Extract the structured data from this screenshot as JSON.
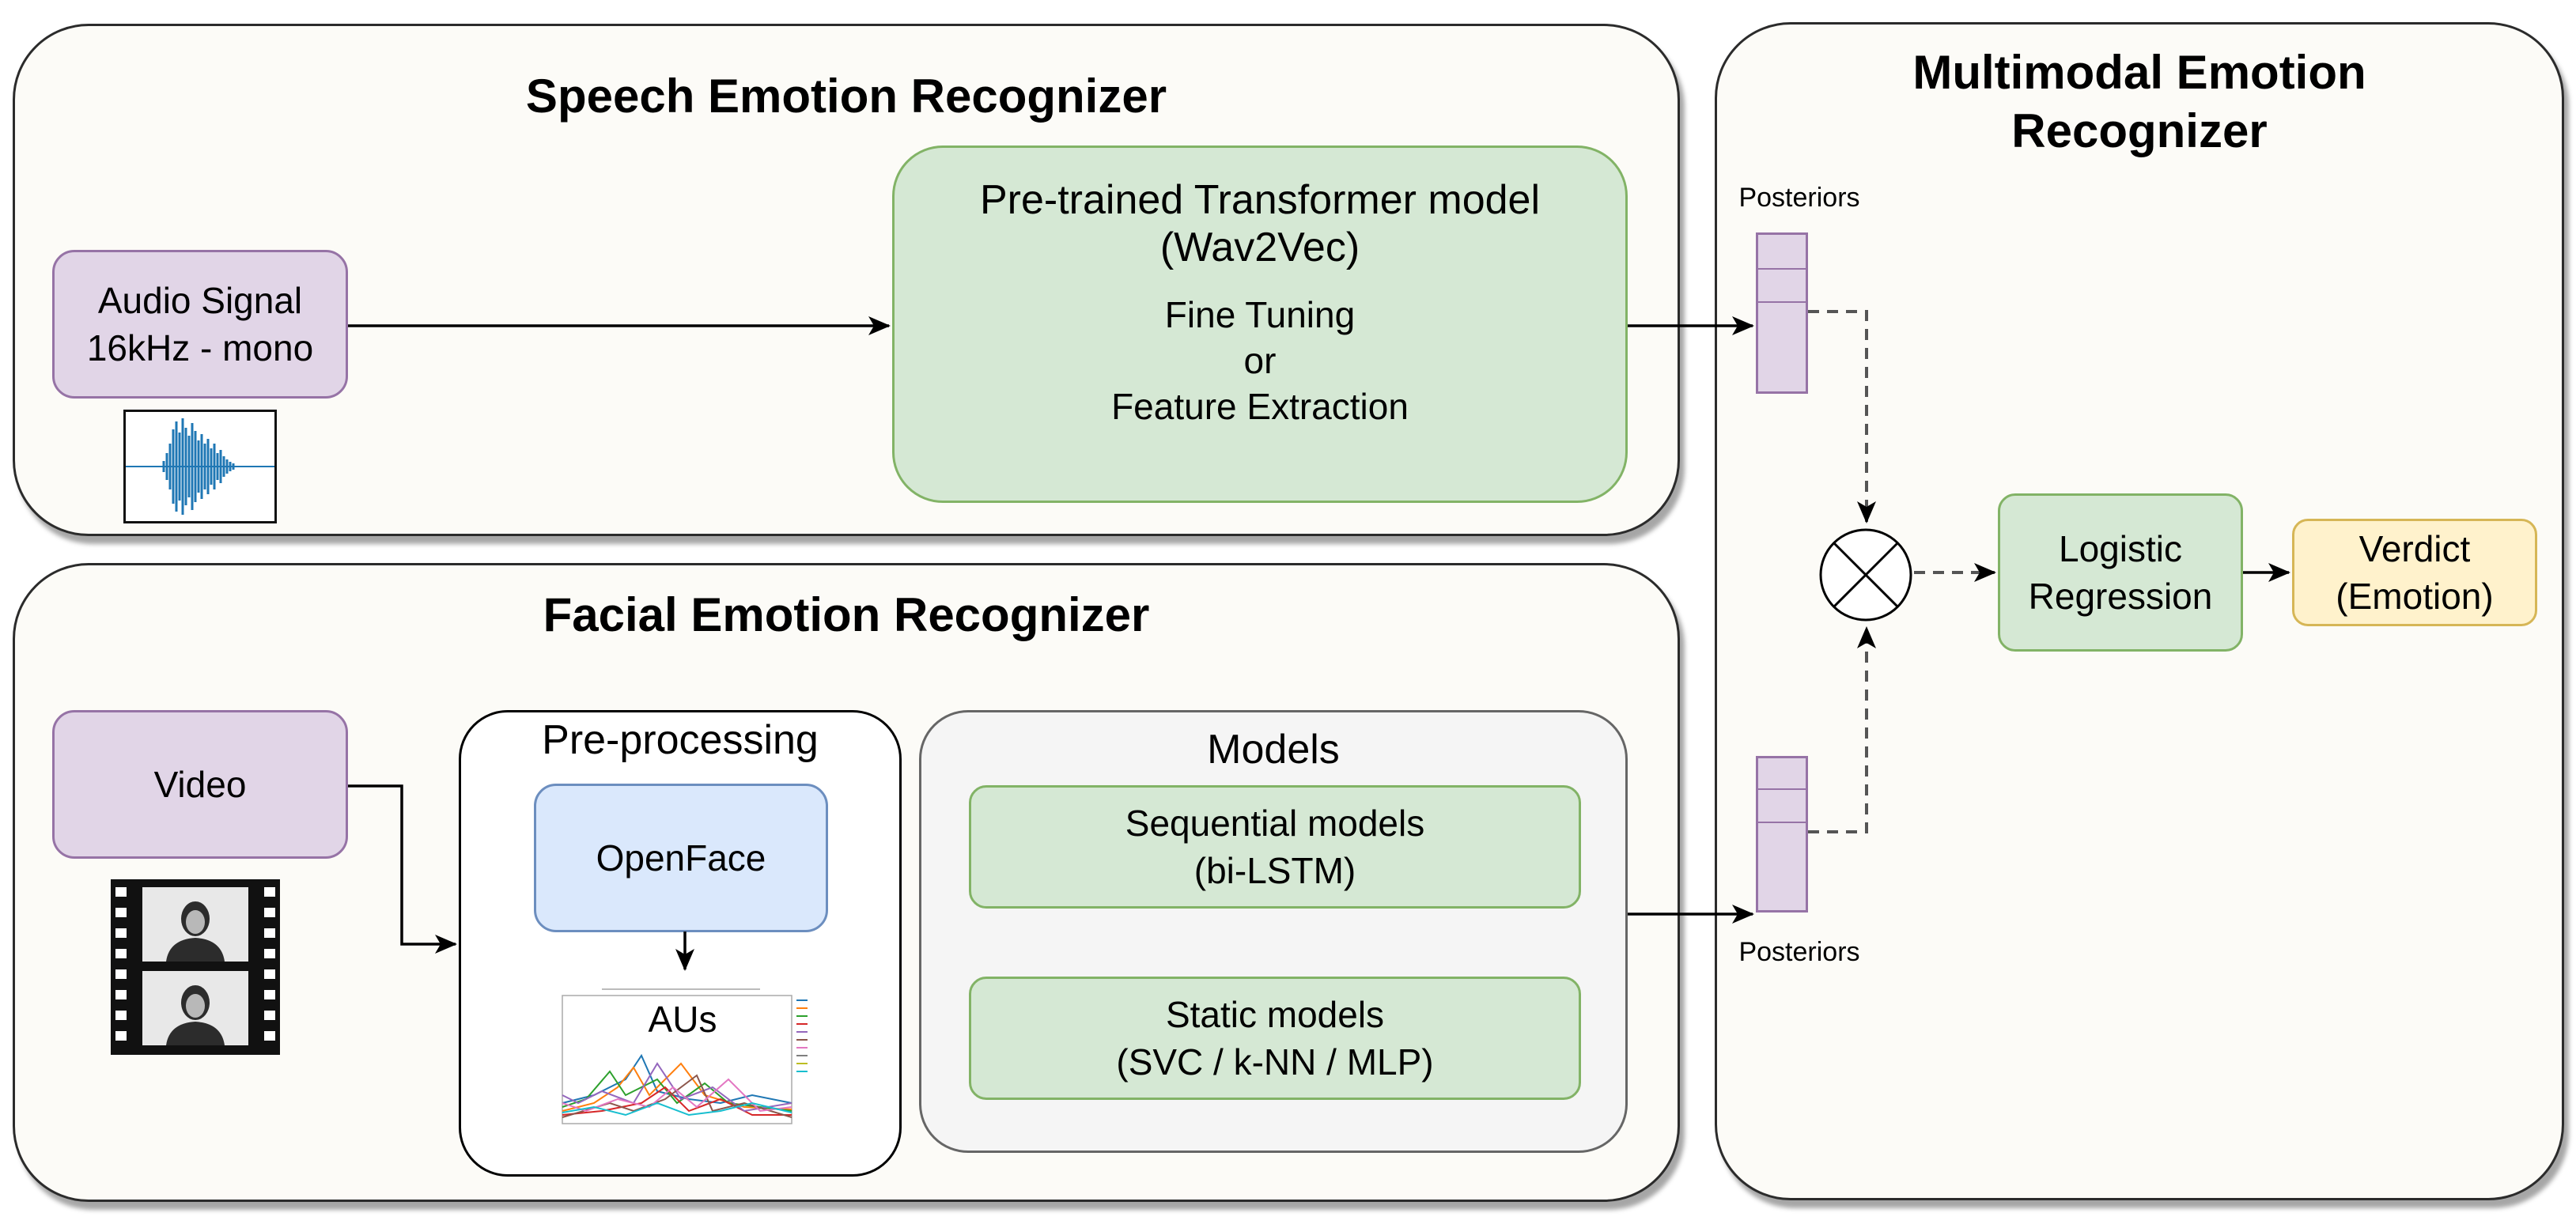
{
  "speech": {
    "title": "Speech Emotion Recognizer",
    "audio_line1": "Audio Signal",
    "audio_line2": "16kHz - mono",
    "transformer_line1": "Pre-trained Transformer model",
    "transformer_line2": "(Wav2Vec)",
    "mode_line1": "Fine Tuning",
    "mode_line2": "or",
    "mode_line3": "Feature Extraction"
  },
  "facial": {
    "title": "Facial Emotion Recognizer",
    "video": "Video",
    "preprocessing_title": "Pre-processing",
    "openface": "OpenFace",
    "aus": "AUs",
    "models_title": "Models",
    "sequential_line1": "Sequential models",
    "sequential_line2": "(bi-LSTM)",
    "static_line1": "Static models",
    "static_line2": "(SVC / k-NN / MLP)"
  },
  "multimodal": {
    "title_line1": "Multimodal Emotion",
    "title_line2": "Recognizer",
    "posteriors_top": "Posteriors",
    "posteriors_bottom": "Posteriors",
    "logistic_line1": "Logistic",
    "logistic_line2": "Regression",
    "verdict_line1": "Verdict",
    "verdict_line2": "(Emotion)"
  },
  "icons": {
    "waveform": "audio-waveform-icon",
    "film": "film-strip-icon",
    "combine": "circled-times-icon",
    "au_plot": "au-line-plot-thumbnail"
  },
  "colors": {
    "panel_bg": "#fcfbf7",
    "purple_fill": "#e1d5e7",
    "green_fill": "#d5e8d4",
    "blue_fill": "#dae8fc",
    "yellow_fill": "#fff2cc",
    "gray_fill": "#f5f5f5",
    "waveform": "#1f77b4"
  }
}
